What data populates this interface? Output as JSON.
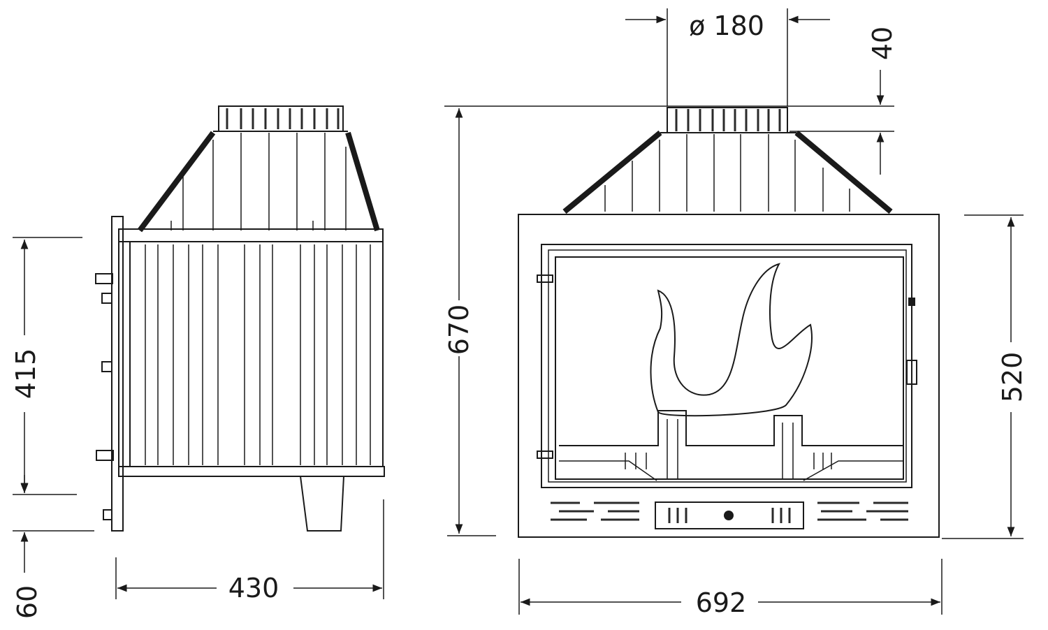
{
  "dimensions": {
    "side_width": "430",
    "front_width": "692",
    "total_height": "670",
    "body_height": "520",
    "door_height": "415",
    "leg_height": "60",
    "flue_diameter": "ø 180",
    "collar_height": "40"
  }
}
